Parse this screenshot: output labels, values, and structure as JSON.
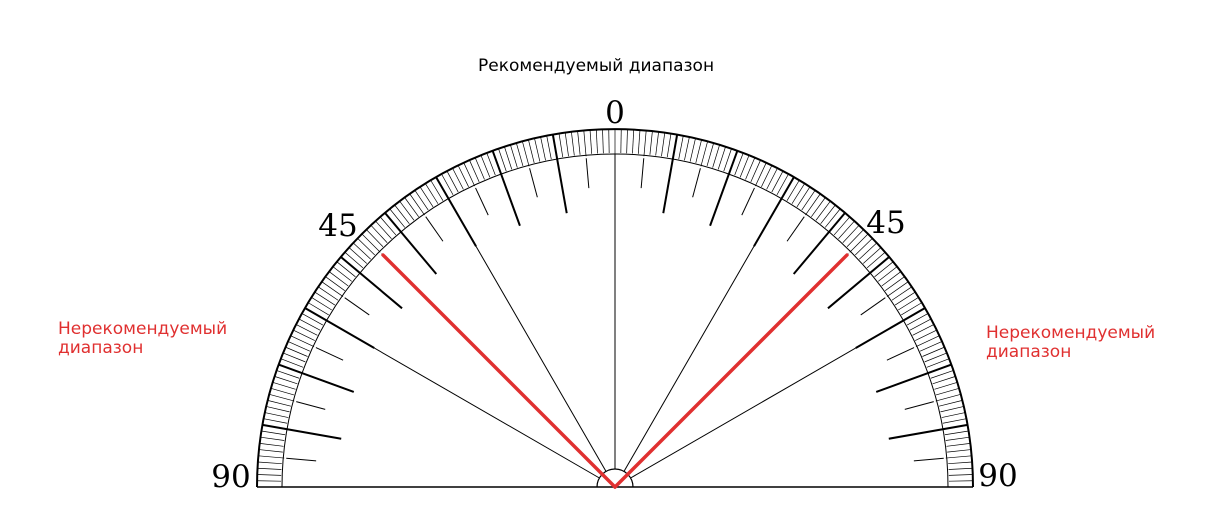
{
  "labels": {
    "recommended": "Рекомендуемый диапазон",
    "not_recommended_left": [
      "Нерекомендуемый",
      "диапазон"
    ],
    "not_recommended_right": [
      "Нерекомендуемый",
      "диапазон"
    ]
  },
  "scale_numbers": {
    "top": "0",
    "left_mid": "45",
    "right_mid": "45",
    "left_end": "90",
    "right_end": "90"
  },
  "recommended_range_deg": [
    -45,
    45
  ],
  "colors": {
    "accent": "#e03030",
    "ink": "#000000",
    "background": "#ffffff"
  }
}
